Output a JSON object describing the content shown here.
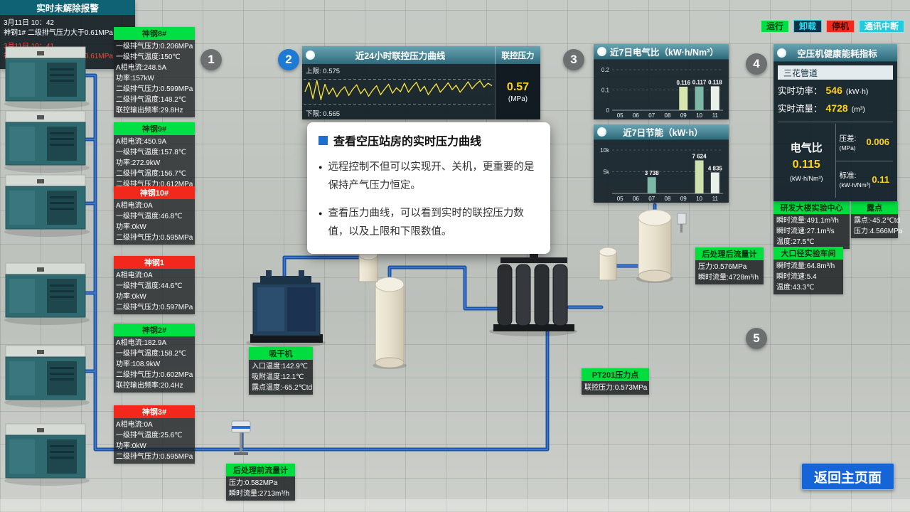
{
  "colors": {
    "status_green": "#00e045",
    "status_red": "#f3281c",
    "status_cyan": "#25c9dd",
    "accent_blue": "#1f7ad4",
    "value_yellow": "#ffd21f",
    "header_teal": "#2f6a7a",
    "pipe_blue": "#1a52a8"
  },
  "status_bar": {
    "items": [
      {
        "label": "运行",
        "bg": "#00e045",
        "fg": "#063d16"
      },
      {
        "label": "卸载",
        "bg": "#0b3346",
        "fg": "#28dcf2",
        "border": "#28dcf2"
      },
      {
        "label": "停机",
        "bg": "#f3281c",
        "fg": "#3d0803"
      },
      {
        "label": "通讯中断",
        "bg": "#25c9dd",
        "fg": "#ffffff"
      }
    ]
  },
  "steps": [
    "1",
    "2",
    "3",
    "4",
    "5"
  ],
  "machines": [
    {
      "name": "神钢8#",
      "status": "green",
      "lines": [
        "一级排气压力:0.206MPa",
        "一级排气温度:150℃",
        "A相电流:248.5A",
        "功率:157kW",
        "二级排气压力:0.599MPa",
        "二级排气温度:148.2℃",
        "联控输出频率:29.8Hz"
      ]
    },
    {
      "name": "神钢9#",
      "status": "green",
      "lines": [
        "A相电流:450.9A",
        "一级排气温度:157.8℃",
        "功率:272.9kW",
        "二级排气温度:156.7℃",
        "二级排气压力:0.612MPa"
      ]
    },
    {
      "name": "神钢10#",
      "status": "red",
      "lines": [
        "A相电流:0A",
        "一级排气温度:46.8℃",
        "功率:0kW",
        "二级排气压力:0.595MPa"
      ]
    },
    {
      "name": "神钢1",
      "status": "red",
      "lines": [
        "A相电流:0A",
        "一级排气温度:44.6℃",
        "功率:0kW",
        "二级排气压力:0.597MPa"
      ]
    },
    {
      "name": "神钢2#",
      "status": "green",
      "lines": [
        "A相电流:182.9A",
        "一级排气温度:158.2℃",
        "功率:108.9kW",
        "二级排气压力:0.602MPa",
        "联控输出频率:20.4Hz"
      ]
    },
    {
      "name": "神钢3#",
      "status": "red",
      "lines": [
        "A相电流:0A",
        "一级排气温度:25.6℃",
        "功率:0kW",
        "二级排气压力:0.595MPa"
      ]
    }
  ],
  "pressure_panel": {
    "title": "近24小时联控压力曲线",
    "side_title": "联控压力",
    "value": "0.57",
    "unit": "(MPa)",
    "upper_label": "上限: 0.575",
    "lower_label": "下限: 0.565"
  },
  "tooltip": {
    "title": "查看空压站房的实时压力曲线",
    "bullet_glyph": "●",
    "bullets": [
      "远程控制不但可以实现开、关机，更重要的是保持产气压力恒定。",
      "查看压力曲线，可以看到实时的联控压力数值，以及上限和下限数值。"
    ]
  },
  "chart_data": [
    {
      "type": "line",
      "title": "近24小时联控压力曲线",
      "unit": "MPa",
      "upper_limit": 0.575,
      "lower_limit": 0.565,
      "current": 0.57,
      "ylim": [
        0.56,
        0.58
      ],
      "points": [
        0.57,
        0.5738,
        0.5672,
        0.5745,
        0.5668,
        0.573,
        0.569,
        0.5715,
        0.568,
        0.5705,
        0.572,
        0.5685,
        0.571,
        0.5728,
        0.5692,
        0.5712,
        0.5682,
        0.5706,
        0.5724,
        0.5688,
        0.571,
        0.573,
        0.5694,
        0.5716,
        0.57,
        0.5734,
        0.5698,
        0.572,
        0.5738,
        0.5702,
        0.5722,
        0.5688,
        0.5712,
        0.5732,
        0.5698,
        0.5716,
        0.5736,
        0.5708,
        0.5726,
        0.5698,
        0.5718,
        0.574,
        0.5712,
        0.573,
        0.5744,
        0.5718,
        0.5734,
        0.5724
      ]
    },
    {
      "type": "bar",
      "title": "近7日电气比（kW·h/Nm³）",
      "categories": [
        "05",
        "06",
        "07",
        "08",
        "09",
        "10",
        "11"
      ],
      "values": [
        null,
        null,
        null,
        null,
        0.116,
        0.117,
        0.118
      ],
      "labels": [
        null,
        null,
        null,
        null,
        "0.116",
        "0.117",
        "0.118"
      ],
      "bar_colors": [
        null,
        null,
        null,
        null,
        "#d8e4ae",
        "#7db7a6",
        "#e9efe9"
      ],
      "ylim": [
        0,
        0.2
      ],
      "yticks": [
        {
          "label": "0.2",
          "value": 0.2
        },
        {
          "label": "0.1",
          "value": 0.1
        },
        {
          "label": "0",
          "value": 0
        }
      ]
    },
    {
      "type": "bar",
      "title": "近7日节能（kW·h）",
      "categories": [
        "05",
        "06",
        "07",
        "08",
        "09",
        "10",
        "11"
      ],
      "values": [
        null,
        null,
        3738,
        null,
        null,
        7624,
        4835
      ],
      "labels": [
        null,
        null,
        "3 738",
        null,
        null,
        "7 624",
        "4 835"
      ],
      "bar_colors": [
        null,
        null,
        "#7db7a6",
        null,
        null,
        "#cfe0af",
        "#e9efe9"
      ],
      "ylim": [
        0,
        10000
      ],
      "yticks": [
        {
          "label": "10k",
          "value": 10000
        },
        {
          "label": "5k",
          "value": 5000
        }
      ]
    }
  ],
  "health_panel": {
    "title": "空压机健康能耗指标",
    "selector": "三花管道",
    "power_label": "实时功率：",
    "power_value": "546",
    "power_unit": "(kW·h)",
    "flow_label": "实时流量：",
    "flow_value": "4728",
    "flow_unit": "(m³)",
    "ratio_label": "电气比",
    "ratio_value": "0.115",
    "ratio_unit": "(kW·h/Nm³)",
    "diff_label": "压差:",
    "diff_value": "0.006",
    "diff_unit": "(MPa)",
    "std_label": "标准:",
    "std_value": "0.11",
    "std_unit": "(kW·h/Nm³)"
  },
  "sensors": [
    {
      "id": "rd-center",
      "title": "研发大楼实验中心",
      "lines": [
        "瞬时流量:491.1m³/h",
        "瞬时流速:27.1m³/s",
        "温度:27.5℃"
      ]
    },
    {
      "id": "dew-point",
      "title": "露点",
      "lines": [
        "露点:-45.2℃td",
        "压力:4.566MPa"
      ]
    },
    {
      "id": "large-bore",
      "title": "大口径实验车间",
      "lines": [
        "瞬时流量:64.8m³/h",
        "瞬时流速:5.4",
        "温度:43.3℃"
      ]
    },
    {
      "id": "post-flow",
      "title": "后处理后流量计",
      "lines": [
        "压力:0.576MPa",
        "瞬时流量:4728m³/h"
      ]
    },
    {
      "id": "dryer",
      "title": "吸干机",
      "lines": [
        "入口温度:142.9℃",
        "吸附温度:12.1℃",
        "露点温度:-65.2℃td"
      ]
    },
    {
      "id": "pt201",
      "title": "PT201压力点",
      "lines": [
        "联控压力:0.573MPa"
      ]
    },
    {
      "id": "pre-flow",
      "title": "后处理前流量计",
      "lines": [
        "压力:0.582MPa",
        "瞬时流量:2713m³/h"
      ]
    }
  ],
  "alarm_panel": {
    "title": "实时未解除报警",
    "alarms": [
      {
        "time": "3月11日 10：42",
        "text": "神钢1# 二级排气压力大于0.61MPa",
        "level": "normal"
      },
      {
        "time": "3月11日 10：41",
        "text": "神钢3# 二级排气压力大于0.61MPa",
        "level": "alert"
      }
    ]
  },
  "back_button": {
    "label": "返回主页面"
  }
}
